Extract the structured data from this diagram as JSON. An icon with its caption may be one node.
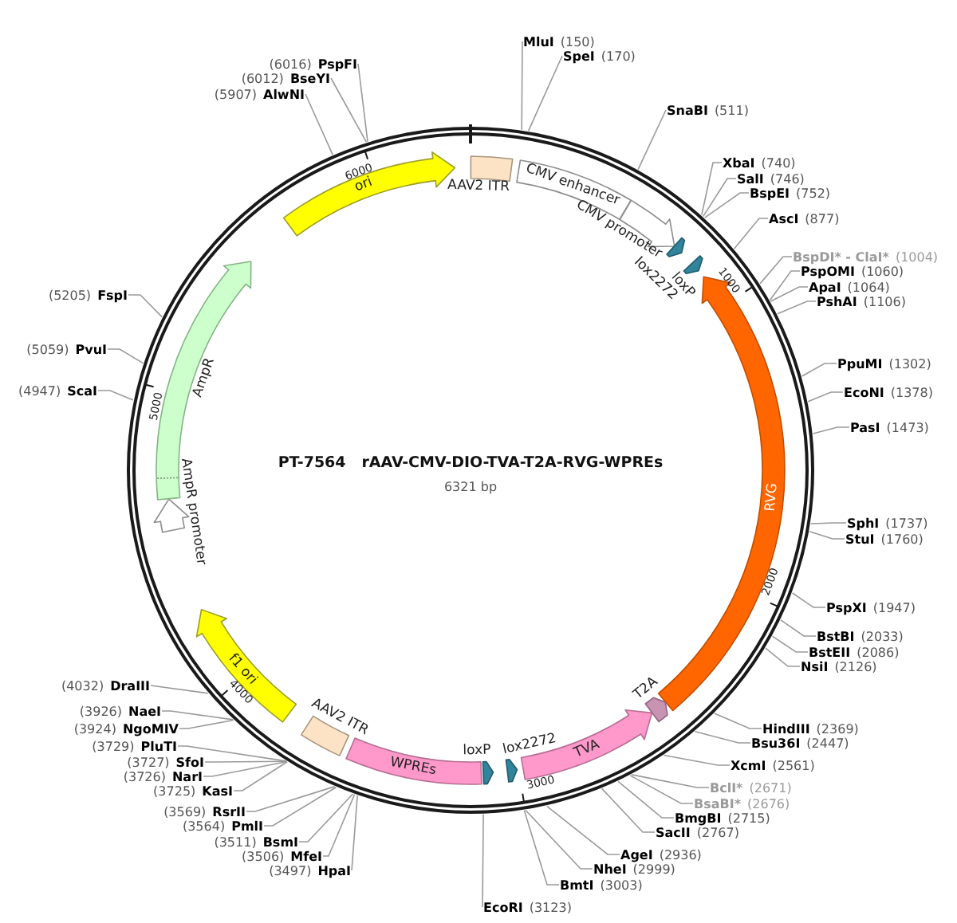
{
  "diagram": {
    "title": "PT-7564   rAAV-CMV-DIO-TVA-T2A-RVG-WPREs",
    "nodes": [
      {
        "text": [
          "MluI",
          "(150)"
        ]
      },
      {
        "text": [
          "SpeI",
          "(170)"
        ]
      },
      {
        "text": [
          "SnaBI",
          "(511)"
        ]
      },
      {
        "text": [
          "XbaI",
          "(740)"
        ]
      },
      {
        "text": [
          "SalI",
          "(746)"
        ]
      },
      {
        "text": [
          "BspEI",
          "(752)"
        ]
      },
      {
        "text": [
          "AscI",
          "(877)"
        ]
      },
      {
        "text": [
          "BspDI* - ClaI*",
          "(1004)"
        ]
      },
      {
        "text": [
          "PspOMI",
          "(1060)"
        ]
      },
      {
        "text": [
          "ApaI",
          "(1064)"
        ]
      },
      {
        "text": [
          "PshAI",
          "(1106)"
        ]
      },
      {
        "text": [
          "PpuMI",
          "(1302)"
        ]
      },
      {
        "text": [
          "EcoNI",
          "(1378)"
        ]
      },
      {
        "text": [
          "PasI",
          "(1473)"
        ]
      },
      {
        "text": [
          "SphI",
          "(1737)"
        ]
      },
      {
        "text": [
          "StuI",
          "(1760)"
        ]
      },
      {
        "text": [
          "PspXI",
          "(1947)"
        ]
      },
      {
        "text": [
          "BstBI",
          "(2033)"
        ]
      },
      {
        "text": [
          "BstEII",
          "(2086)"
        ]
      },
      {
        "text": [
          "NsiI",
          "(2126)"
        ]
      },
      {
        "text": [
          "HindIII",
          "(2369)"
        ]
      },
      {
        "text": [
          "Bsu36I",
          "(2447)"
        ]
      },
      {
        "text": [
          "XcmI",
          "(2561)"
        ]
      },
      {
        "text": [
          "BclI*",
          "(2671)"
        ]
      },
      {
        "text": [
          "BsaBI*",
          "(2676)"
        ]
      },
      {
        "text": [
          "BmgBI",
          "(2715)"
        ]
      },
      {
        "text": [
          "SacII",
          "(2767)"
        ]
      },
      {
        "text": [
          "AgeI",
          "(2936)"
        ]
      },
      {
        "text": [
          "NheI",
          "(2999)"
        ]
      },
      {
        "text": [
          "BmtI",
          "(3003)"
        ]
      },
      {
        "text": [
          "EcoRI",
          "(3123)"
        ]
      },
      {
        "text": [
          "(3497)",
          "HpaI"
        ]
      },
      {
        "text": [
          "(3506)",
          "MfeI"
        ]
      },
      {
        "text": [
          "(3511)",
          "BsmI"
        ]
      },
      {
        "text": [
          "(3564)",
          "PmlI"
        ]
      },
      {
        "text": [
          "(3569)",
          "RsrII"
        ]
      },
      {
        "text": [
          "(3725)",
          "KasI"
        ]
      },
      {
        "text": [
          "(3726)",
          "NarI"
        ]
      },
      {
        "text": [
          "(3727)",
          "SfoI"
        ]
      },
      {
        "text": [
          "(3729)",
          "PluTI"
        ]
      },
      {
        "text": [
          "(3924)",
          "NgoMIV"
        ]
      },
      {
        "text": [
          "(3926)",
          "NaeI"
        ]
      },
      {
        "text": [
          "(4032)",
          "DraIII"
        ]
      },
      {
        "text": [
          "(4947)",
          "ScaI"
        ]
      },
      {
        "text": [
          "(5059)",
          "PvuI"
        ]
      },
      {
        "text": [
          "(5205)",
          "FspI"
        ]
      },
      {
        "text": [
          "(5907)",
          "AlwNI"
        ]
      },
      {
        "text": [
          "(6012)",
          "BseYI"
        ]
      },
      {
        "text": [
          "(6016)",
          "PspFI"
        ]
      },
      {
        "text": [
          "AAV2 ITR"
        ]
      },
      {
        "text": [
          "CMV enhancer"
        ]
      },
      {
        "text": [
          "CMV promoter"
        ]
      },
      {
        "text": [
          "lox2272"
        ]
      },
      {
        "text": [
          "loxP"
        ]
      },
      {
        "text": [
          "RVG"
        ]
      },
      {
        "text": [
          "T2A"
        ]
      },
      {
        "text": [
          "TVA"
        ]
      },
      {
        "text": [
          "lox2272"
        ]
      },
      {
        "text": [
          "loxP"
        ]
      },
      {
        "text": [
          "WPREs"
        ]
      },
      {
        "text": [
          "AAV2 ITR"
        ]
      },
      {
        "text": [
          "f1 ori"
        ]
      },
      {
        "text": [
          "AmpR promoter"
        ]
      },
      {
        "text": [
          "AmpR"
        ]
      },
      {
        "text": [
          "ori"
        ]
      }
    ],
    "edges": [
      {
        "from": 0,
        "to": null,
        "arrow": "none"
      },
      {
        "from": 1,
        "to": null,
        "arrow": "none"
      },
      {
        "from": 2,
        "to": null,
        "arrow": "none"
      },
      {
        "from": 3,
        "to": null,
        "arrow": "none"
      },
      {
        "from": 4,
        "to": null,
        "arrow": "none"
      },
      {
        "from": 5,
        "to": null,
        "arrow": "none"
      },
      {
        "from": 6,
        "to": null,
        "arrow": "none"
      },
      {
        "from": 7,
        "to": null,
        "arrow": "none"
      },
      {
        "from": 8,
        "to": null,
        "arrow": "none"
      },
      {
        "from": 9,
        "to": null,
        "arrow": "none"
      },
      {
        "from": 10,
        "to": null,
        "arrow": "none"
      },
      {
        "from": 11,
        "to": null,
        "arrow": "none"
      },
      {
        "from": 12,
        "to": null,
        "arrow": "none"
      },
      {
        "from": 13,
        "to": null,
        "arrow": "none"
      },
      {
        "from": 14,
        "to": null,
        "arrow": "none"
      },
      {
        "from": 15,
        "to": null,
        "arrow": "none"
      },
      {
        "from": 16,
        "to": null,
        "arrow": "none"
      },
      {
        "from": 17,
        "to": null,
        "arrow": "none"
      },
      {
        "from": 18,
        "to": null,
        "arrow": "none"
      },
      {
        "from": 19,
        "to": null,
        "arrow": "none"
      },
      {
        "from": 20,
        "to": null,
        "arrow": "none"
      },
      {
        "from": 21,
        "to": null,
        "arrow": "none"
      },
      {
        "from": 22,
        "to": null,
        "arrow": "none"
      },
      {
        "from": 23,
        "to": null,
        "arrow": "none"
      },
      {
        "from": 24,
        "to": null,
        "arrow": "none"
      },
      {
        "from": 25,
        "to": null,
        "arrow": "none"
      },
      {
        "from": 26,
        "to": null,
        "arrow": "none"
      },
      {
        "from": 27,
        "to": null,
        "arrow": "none"
      },
      {
        "from": 28,
        "to": null,
        "arrow": "none"
      },
      {
        "from": 29,
        "to": null,
        "arrow": "none"
      },
      {
        "from": 30,
        "to": null,
        "arrow": "none"
      },
      {
        "from": 31,
        "to": null,
        "arrow": "none"
      },
      {
        "from": 32,
        "to": null,
        "arrow": "none"
      },
      {
        "from": 33,
        "to": null,
        "arrow": "none"
      },
      {
        "from": 34,
        "to": null,
        "arrow": "none"
      },
      {
        "from": 35,
        "to": null,
        "arrow": "none"
      },
      {
        "from": 36,
        "to": null,
        "arrow": "none"
      },
      {
        "from": 37,
        "to": null,
        "arrow": "none"
      },
      {
        "from": 38,
        "to": null,
        "arrow": "none"
      },
      {
        "from": 39,
        "to": null,
        "arrow": "none"
      },
      {
        "from": 40,
        "to": null,
        "arrow": "none"
      },
      {
        "from": 41,
        "to": null,
        "arrow": "none"
      },
      {
        "from": 42,
        "to": null,
        "arrow": "none"
      },
      {
        "from": 43,
        "to": null,
        "arrow": "none"
      },
      {
        "from": 44,
        "to": null,
        "arrow": "none"
      },
      {
        "from": 45,
        "to": null,
        "arrow": "none"
      },
      {
        "from": 46,
        "to": null,
        "arrow": "none"
      },
      {
        "from": 47,
        "to": null,
        "arrow": "none"
      },
      {
        "from": 48,
        "to": null,
        "arrow": "none"
      }
    ],
    "labels": [
      "6000",
      "1000",
      "5000",
      "6321 bp",
      "2000",
      "4000",
      "3000"
    ]
  }
}
